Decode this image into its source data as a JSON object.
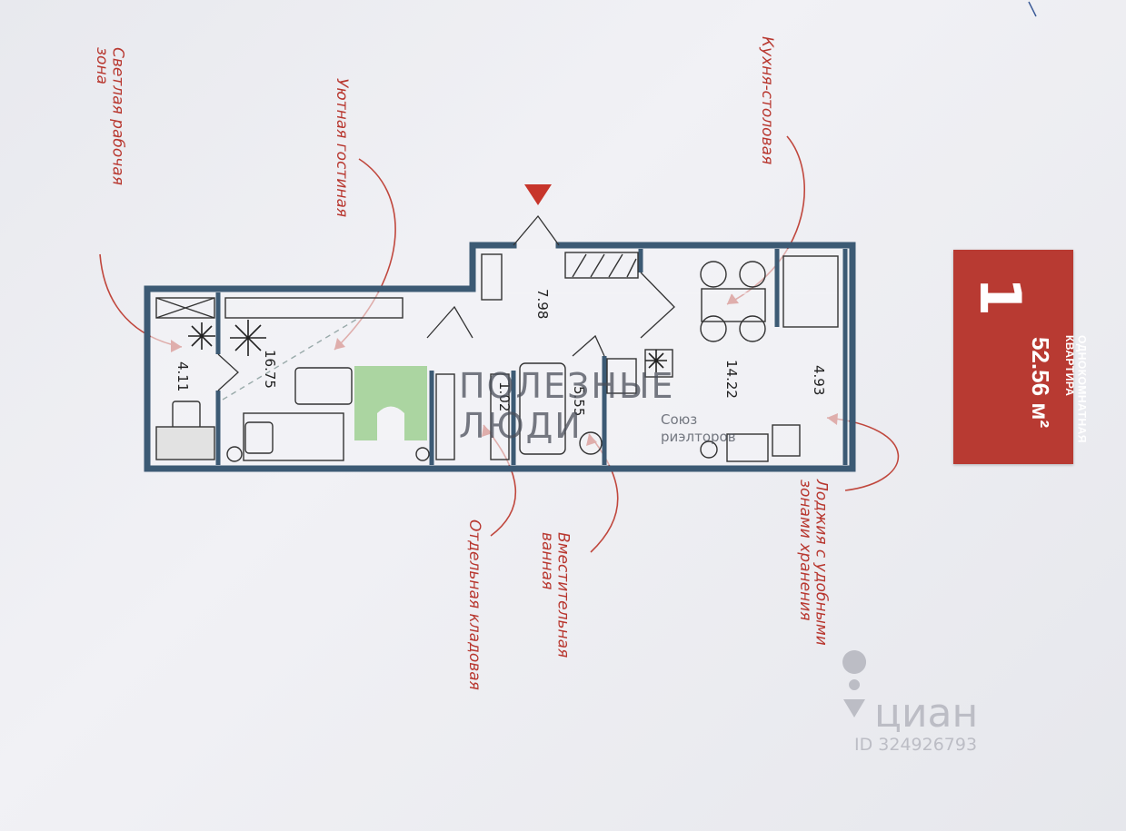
{
  "annotations": {
    "work_zone": [
      "Светлая рабочая",
      "зона"
    ],
    "living_room": "Уютная гостиная",
    "kitchen": "Кухня-столовая",
    "loggia": [
      "Лоджия с удобными",
      "зонами хранения"
    ],
    "bathroom": [
      "Вместительная",
      "ванная"
    ],
    "storage": "Отдельная кладовая"
  },
  "badge": {
    "number": "1",
    "description": [
      "ОДНОКОМНАТНАЯ",
      "КВАРТИРА"
    ],
    "area": "52.56 м²"
  },
  "rooms": {
    "work_zone": "4.11",
    "living": "16.75",
    "hall": "7.98",
    "storage": "1.02",
    "bathroom": "5.55",
    "kitchen": "14.22",
    "loggia": "4.93"
  },
  "watermark": {
    "brand_line1": "ПОЛЕЗНЫЕ",
    "brand_line2": "ЛЮДИ",
    "sub_line1": "Союз",
    "sub_line2": "риэлторов",
    "cian": "циан",
    "listing_id": "ID 324926793"
  },
  "colors": {
    "annotation": "#b8372f",
    "wall": "#3c5a74",
    "badge": "#b83a32",
    "entrance_marker": "#c7352b"
  }
}
